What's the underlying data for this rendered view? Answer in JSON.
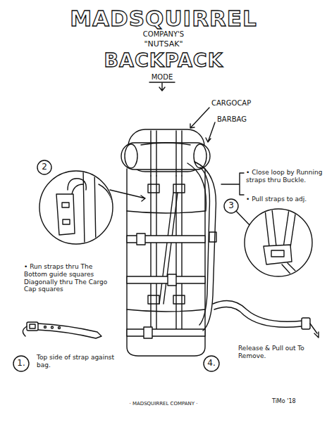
{
  "diagram": {
    "title": "MADSQUIRREL",
    "labels": [
      "COMPANY'S",
      "\"NUTSAK\"",
      "BACKPACK",
      "MODE",
      "CARGOCAP",
      "BARBAG",
      "• Close loop by Running straps thru Buckle.",
      "• Pull straps to adj.",
      "2",
      "3",
      "• Run straps thru The Bottom guide squares Diagonally thru The Cargo Cap squares",
      "1.",
      "Top side of strap against bag.",
      "4.",
      "Release & Pull out To Remove.",
      "· MADSQUIRREL COMPANY ·",
      "TiMo '18"
    ]
  }
}
